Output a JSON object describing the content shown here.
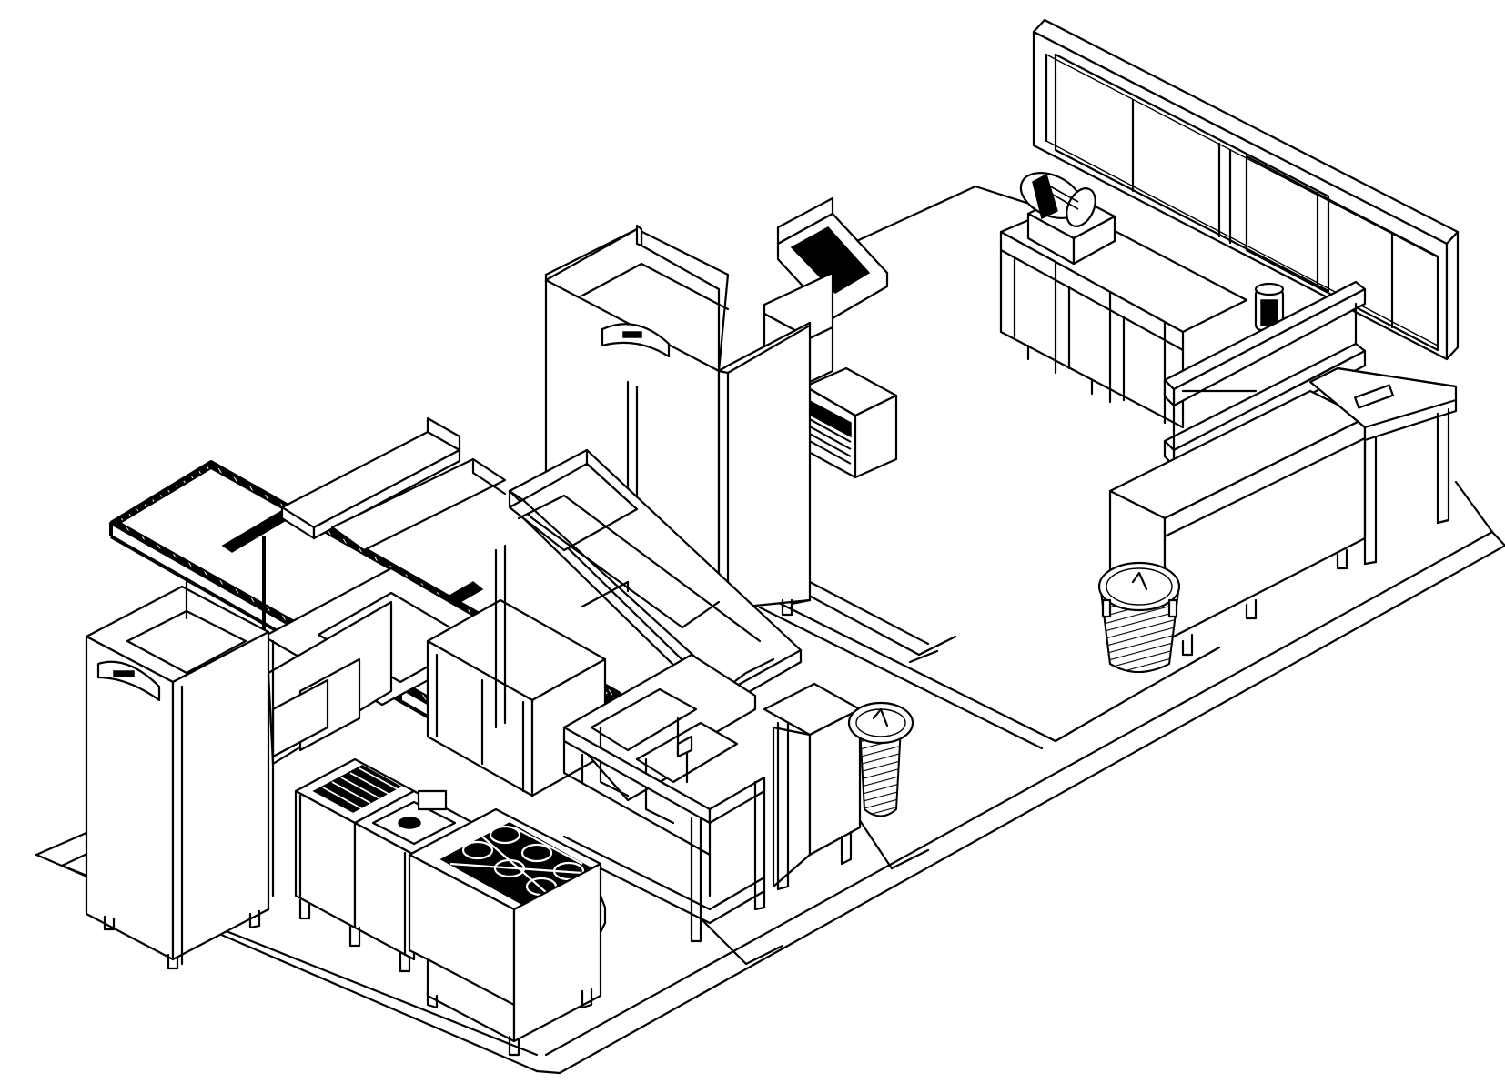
{
  "drawing": {
    "kind": "isometric-commercial-kitchen-line-drawing",
    "colors": {
      "line": "#000000",
      "background": "#ffffff"
    },
    "equipment": [
      {
        "name": "upright-refrigerator-left"
      },
      {
        "name": "upright-refrigerator-center"
      },
      {
        "name": "overhead-pot-rack"
      },
      {
        "name": "wall-shelf-left"
      },
      {
        "name": "grill-station"
      },
      {
        "name": "fryer-station"
      },
      {
        "name": "six-burner-range"
      },
      {
        "name": "prep-table-with-sneeze-guard"
      },
      {
        "name": "double-sink-unit"
      },
      {
        "name": "trash-bin-center"
      },
      {
        "name": "trash-bin-right"
      },
      {
        "name": "salamander-unit"
      },
      {
        "name": "dishwasher-hood"
      },
      {
        "name": "wall-cabinets-right"
      },
      {
        "name": "coffee-grinder"
      },
      {
        "name": "back-counter-with-doors"
      },
      {
        "name": "service-counter-with-gantry"
      },
      {
        "name": "corner-work-table"
      }
    ]
  }
}
